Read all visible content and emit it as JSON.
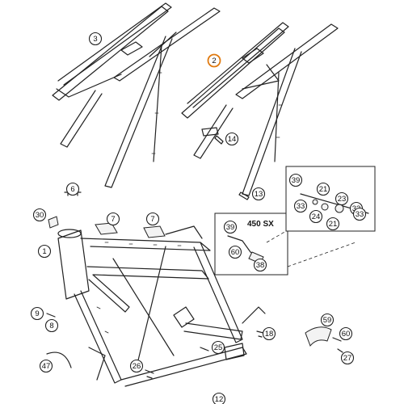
{
  "diagram": {
    "highlight_color": "#e07a10",
    "callouts": [
      {
        "id": "c3",
        "label": "3"
      },
      {
        "id": "c2",
        "label": "2",
        "highlighted": true
      },
      {
        "id": "c14",
        "label": "14"
      },
      {
        "id": "c13",
        "label": "13"
      },
      {
        "id": "c6",
        "label": "6"
      },
      {
        "id": "c30",
        "label": "30"
      },
      {
        "id": "c7a",
        "label": "7"
      },
      {
        "id": "c7b",
        "label": "7"
      },
      {
        "id": "c1",
        "label": "1"
      },
      {
        "id": "c9",
        "label": "9"
      },
      {
        "id": "c8",
        "label": "8"
      },
      {
        "id": "c47",
        "label": "47"
      },
      {
        "id": "c26",
        "label": "26"
      },
      {
        "id": "c25",
        "label": "25"
      },
      {
        "id": "c18",
        "label": "18"
      },
      {
        "id": "c12",
        "label": "12"
      },
      {
        "id": "c59",
        "label": "59"
      },
      {
        "id": "c60b",
        "label": "60"
      },
      {
        "id": "c27",
        "label": "27"
      },
      {
        "id": "c39a",
        "label": "39"
      },
      {
        "id": "c60a",
        "label": "60"
      },
      {
        "id": "c38",
        "label": "38"
      },
      {
        "id": "c39b",
        "label": "39"
      },
      {
        "id": "c21a",
        "label": "21"
      },
      {
        "id": "c23",
        "label": "23"
      },
      {
        "id": "c33a",
        "label": "33"
      },
      {
        "id": "c24",
        "label": "24"
      },
      {
        "id": "c21b",
        "label": "21"
      },
      {
        "id": "c33b",
        "label": "33"
      },
      {
        "id": "c33c",
        "label": "33"
      }
    ],
    "variant_label": "450 SX"
  }
}
